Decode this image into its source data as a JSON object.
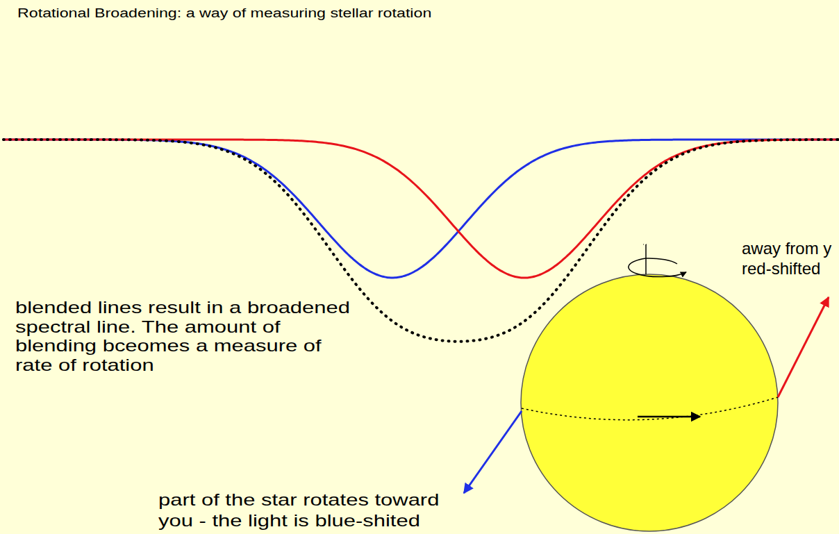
{
  "diagram": {
    "title": "Rotational Broadening: a way of measuring stellar rotation",
    "labels": [
      "away from y red-shifted",
      "blended lines result in a broadened spectral line. The amount of blending bceomes a measure of rate of rotation",
      "part of the star rotates toward you - the light is blue-shited"
    ]
  }
}
